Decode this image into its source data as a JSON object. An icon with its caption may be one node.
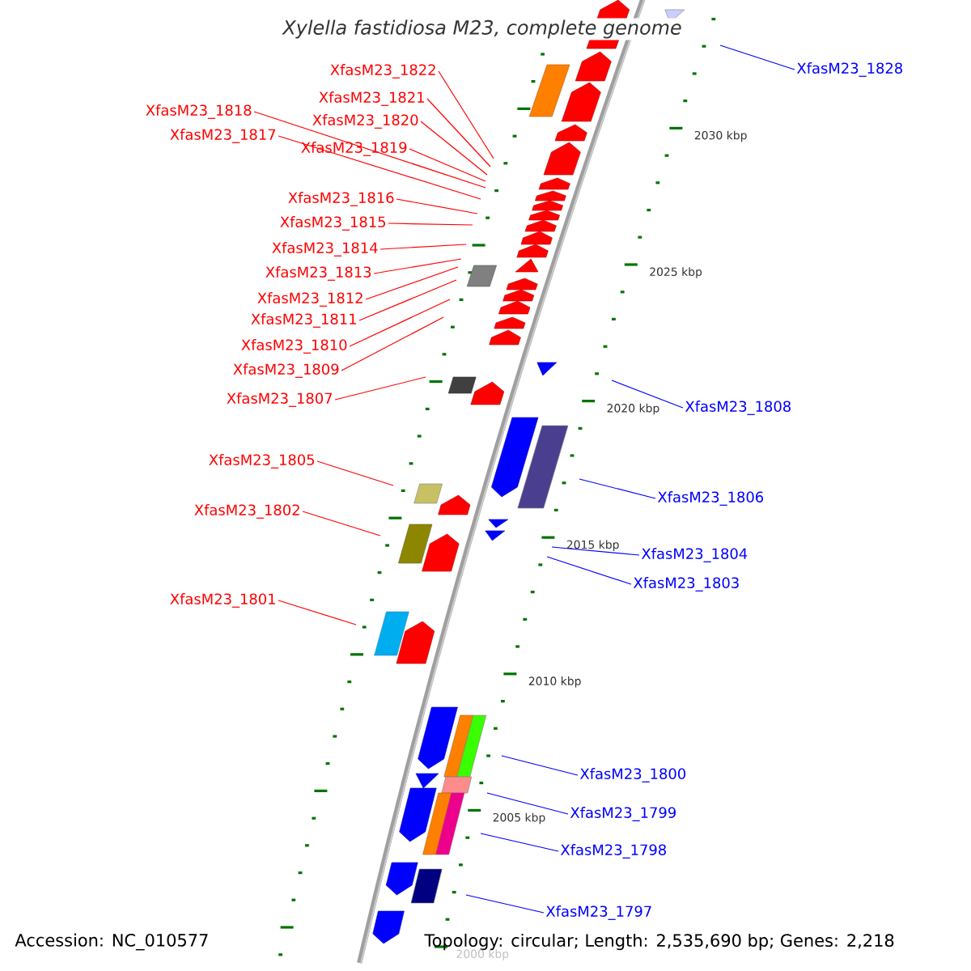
{
  "diagram": {
    "title": "Xylella fastidiosa M23, complete genome",
    "nodes": [
      {
        "text": [
          "XfasM23_1828"
        ]
      },
      {
        "text": [
          "XfasM23_1822"
        ]
      },
      {
        "text": [
          "XfasM23_1821"
        ]
      },
      {
        "text": [
          "XfasM23_1818"
        ]
      },
      {
        "text": [
          "XfasM23_1820"
        ]
      },
      {
        "text": [
          "XfasM23_1817"
        ]
      },
      {
        "text": [
          "XfasM23_1819"
        ]
      },
      {
        "text": [
          "XfasM23_1816"
        ]
      },
      {
        "text": [
          "XfasM23_1815"
        ]
      },
      {
        "text": [
          "XfasM23_1814"
        ]
      },
      {
        "text": [
          "XfasM23_1813"
        ]
      },
      {
        "text": [
          "XfasM23_1812"
        ]
      },
      {
        "text": [
          "XfasM23_1811"
        ]
      },
      {
        "text": [
          "XfasM23_1810"
        ]
      },
      {
        "text": [
          "XfasM23_1809"
        ]
      },
      {
        "text": [
          "XfasM23_1807"
        ]
      },
      {
        "text": [
          "XfasM23_1808"
        ]
      },
      {
        "text": [
          "XfasM23_1805"
        ]
      },
      {
        "text": [
          "XfasM23_1806"
        ]
      },
      {
        "text": [
          "XfasM23_1802"
        ]
      },
      {
        "text": [
          "XfasM23_1804"
        ]
      },
      {
        "text": [
          "XfasM23_1803"
        ]
      },
      {
        "text": [
          "XfasM23_1801"
        ]
      },
      {
        "text": [
          "XfasM23_1800"
        ]
      },
      {
        "text": [
          "XfasM23_1799"
        ]
      },
      {
        "text": [
          "XfasM23_1798"
        ]
      },
      {
        "text": [
          "XfasM23_1797"
        ]
      }
    ],
    "edges": [
      {
        "from": 0,
        "to": null,
        "arrow": "none",
        "color": "#0000ff"
      },
      {
        "from": 1,
        "to": null,
        "arrow": "none"
      },
      {
        "from": 2,
        "to": null,
        "arrow": "none"
      },
      {
        "from": 3,
        "to": null,
        "arrow": "none"
      },
      {
        "from": 4,
        "to": null,
        "arrow": "none"
      },
      {
        "from": 5,
        "to": null,
        "arrow": "none"
      },
      {
        "from": 6,
        "to": null,
        "arrow": "none"
      },
      {
        "from": 7,
        "to": null,
        "arrow": "none"
      },
      {
        "from": 8,
        "to": null,
        "arrow": "none"
      },
      {
        "from": 9,
        "to": null,
        "arrow": "none"
      },
      {
        "from": 10,
        "to": null,
        "arrow": "none"
      },
      {
        "from": 11,
        "to": null,
        "arrow": "none"
      },
      {
        "from": 12,
        "to": null,
        "arrow": "none"
      },
      {
        "from": 13,
        "to": null,
        "arrow": "none"
      },
      {
        "from": 14,
        "to": null,
        "arrow": "none"
      },
      {
        "from": 15,
        "to": null,
        "arrow": "none"
      },
      {
        "from": 16,
        "to": null,
        "arrow": "none",
        "color": "#0000ff"
      },
      {
        "from": 17,
        "to": null,
        "arrow": "none"
      },
      {
        "from": 18,
        "to": null,
        "arrow": "none",
        "color": "#0000ff"
      },
      {
        "from": 19,
        "to": null,
        "arrow": "none"
      },
      {
        "from": 20,
        "to": null,
        "arrow": "none",
        "color": "#0000ff"
      },
      {
        "from": 21,
        "to": null,
        "arrow": "none",
        "color": "#0000ff"
      },
      {
        "from": 22,
        "to": null,
        "arrow": "none"
      },
      {
        "from": 23,
        "to": null,
        "arrow": "none",
        "color": "#0000ff"
      },
      {
        "from": 24,
        "to": null,
        "arrow": "none",
        "color": "#0000ff"
      },
      {
        "from": 25,
        "to": null,
        "arrow": "none",
        "color": "#0000ff"
      },
      {
        "from": 26,
        "to": null,
        "arrow": "none",
        "color": "#0000ff"
      }
    ],
    "labels": [
      "2030 kbp",
      "2025 kbp",
      "2020 kbp",
      "2015 kbp",
      "2010 kbp",
      "2005 kbp",
      "Accession: NC_010577",
      "Topology: circular; Length: 2,535,690 bp; Genes: 2,218",
      "2000 kbp"
    ]
  }
}
